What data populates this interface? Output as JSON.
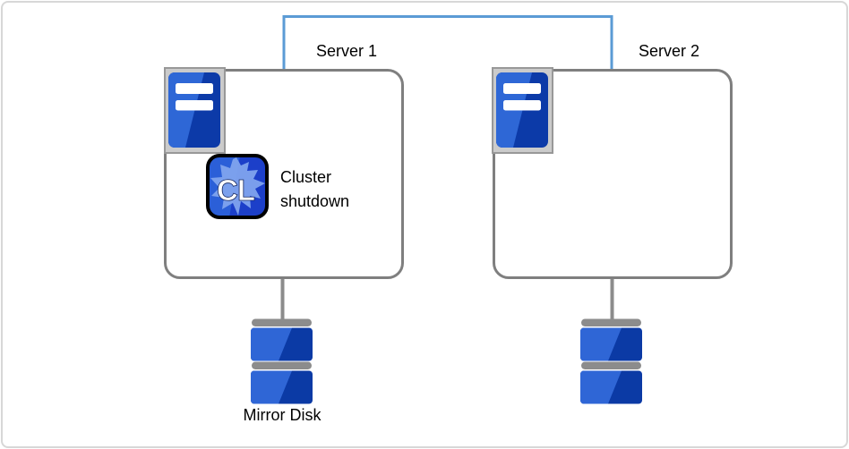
{
  "diagram": {
    "type": "cluster-architecture",
    "interconnect": {
      "description": "network link joining Server 1 and Server 2",
      "color": "#5b9bd5"
    },
    "servers": [
      {
        "label": "Server 1",
        "status_badge": "CL",
        "status_text": "Cluster shutdown",
        "icon": "server-tower-icon",
        "storage": "mirror disk"
      },
      {
        "label": "Server 2",
        "icon": "server-tower-icon",
        "storage": "mirror disk"
      }
    ],
    "labels": {
      "server1": "Server 1",
      "server2": "Server 2",
      "cluster_status": "Cluster shutdown",
      "mirror_disk": "Mirror Disk",
      "cl_badge": "CL"
    },
    "colors": {
      "interconnect_blue": "#5b9bd5",
      "box_border_gray": "#7f7f7f",
      "plate_gray": "#cbcbcb",
      "plate_border_gray": "#989898",
      "tower_light_blue": "#2e67d6",
      "tower_dark_blue": "#0c3aa8",
      "disk_light_blue": "#2f66d6",
      "disk_dark_blue": "#0b3aa5",
      "disk_bar_gray": "#8c8c8c",
      "stem_gray": "#8c8c8c",
      "cl_bg_left": "#2b5fd8",
      "cl_bg_right": "#1c3fc9",
      "cl_splat_blue": "#7fa3ee",
      "text_black": "#000000"
    }
  }
}
